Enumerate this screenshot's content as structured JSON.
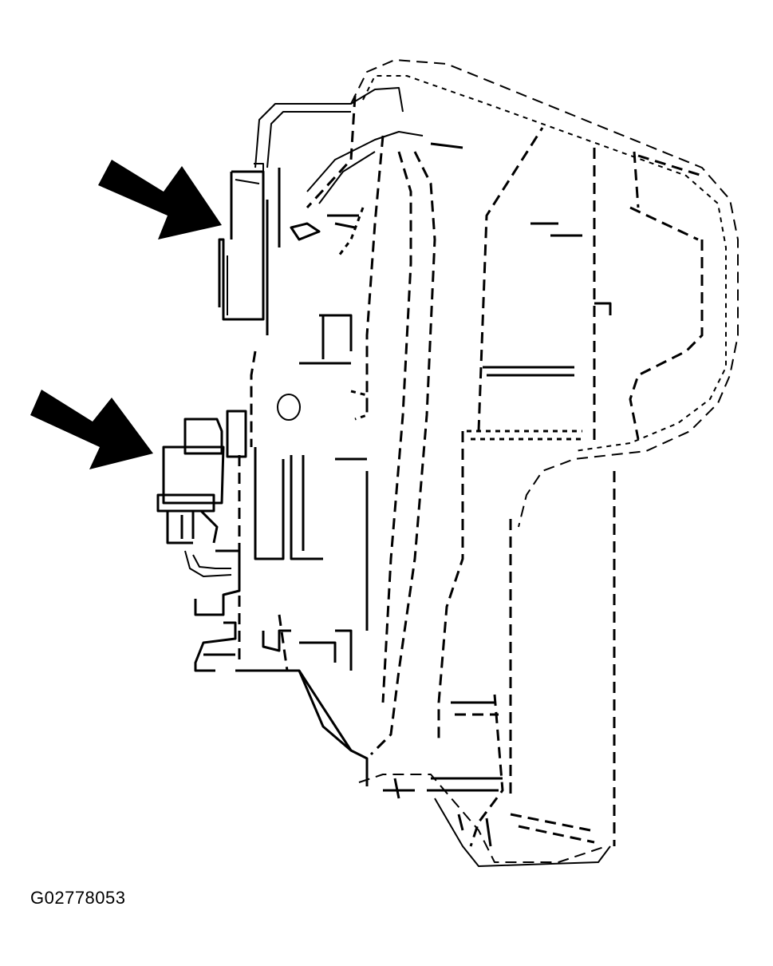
{
  "figure": {
    "id_label": "G02778053"
  },
  "colors": {
    "line": "#000000",
    "background": "#ffffff"
  },
  "callouts": [
    {
      "name": "upper-connector-arrow",
      "icon": "arrow-right-down-icon"
    },
    {
      "name": "lower-connector-arrow",
      "icon": "arrow-right-down-icon"
    }
  ]
}
